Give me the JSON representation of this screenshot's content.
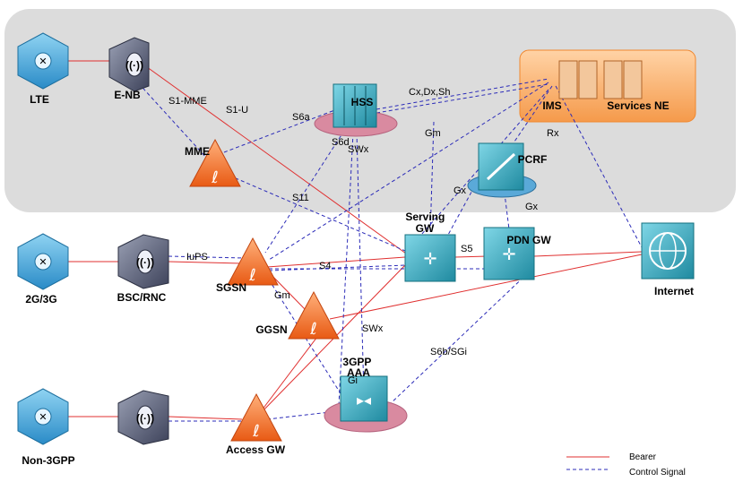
{
  "colors": {
    "bearer": "#e03030",
    "control": "#2b2bb8",
    "core_panel": "#dcdcdc",
    "ims_box": "#f7a65a",
    "node_blue": "#2e9fb5",
    "router_orange": "#f07a2a",
    "ring_pink": "#d98aa0"
  },
  "nodes": {
    "lte": "LTE",
    "enb": "E-NB",
    "mme": "MME",
    "hss": "HSS",
    "ims": "IMS",
    "services_ne": "Services NE",
    "pcrf": "PCRF",
    "serving_gw": "Serving\nGW",
    "pdn_gw": "PDN GW",
    "internet": "Internet",
    "g23": "2G/3G",
    "bsc_rnc": "BSC/RNC",
    "sgsn": "SGSN",
    "ggsn": "GGSN",
    "aaa": "3GPP\nAAA",
    "non3gpp": "Non-3GPP",
    "access_gw": "Access GW"
  },
  "interfaces": {
    "s1_mme": "S1-MME",
    "s1_u": "S1-U",
    "s6a": "S6a",
    "cxdxsh": "Cx,Dx,Sh",
    "s6d": "S6d",
    "swx_top": "SWx",
    "gm_top": "Gm",
    "rx": "Rx",
    "gx_left": "Gx",
    "gx_right": "Gx",
    "s11": "S11",
    "iups": "IuPS",
    "s4": "S4",
    "s5": "S5",
    "gm_bottom": "Gm",
    "swx_bottom": "SWx",
    "s6b_sgi": "S6b/SGi",
    "gi": "Gi"
  },
  "legend": {
    "bearer": "Bearer",
    "control": "Control Signal"
  }
}
